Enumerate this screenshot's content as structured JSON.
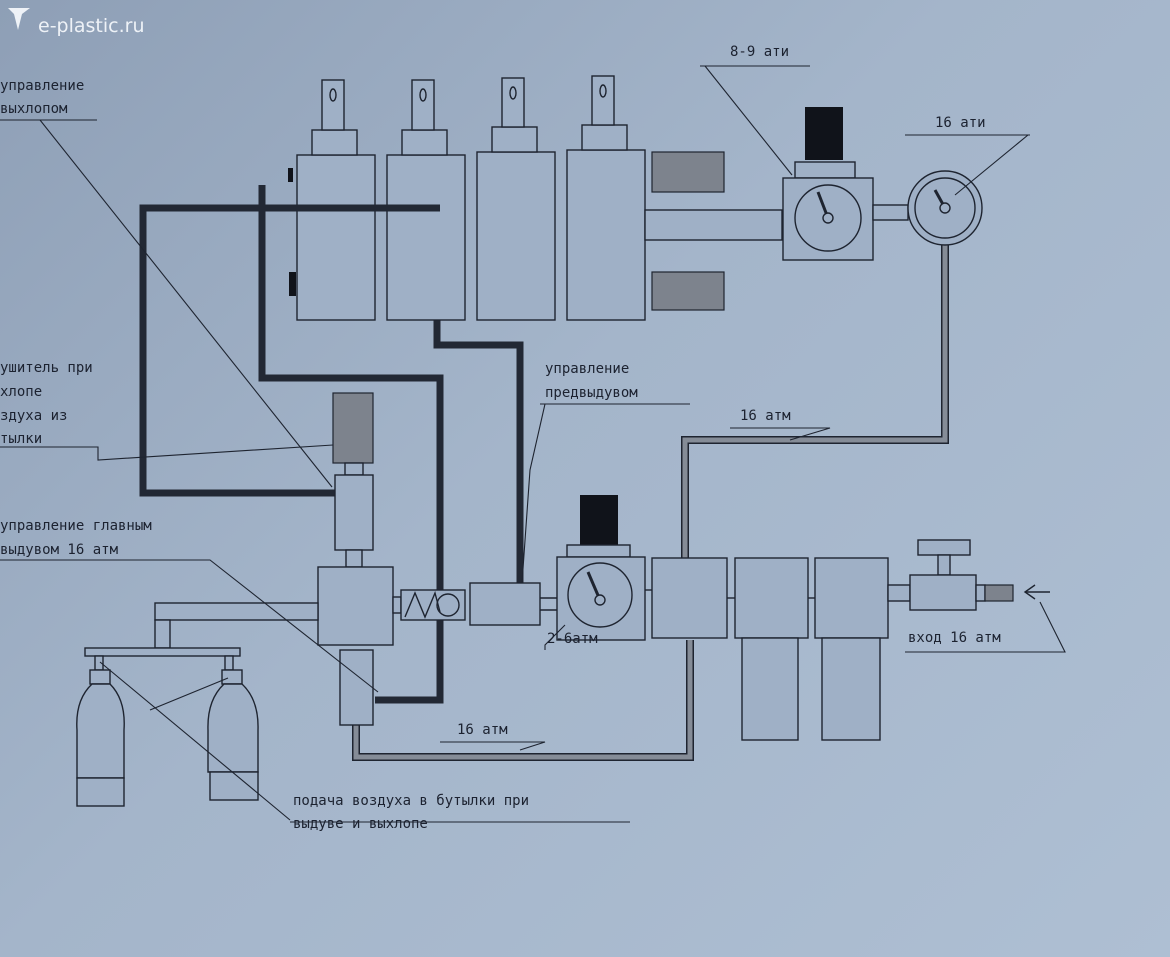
{
  "logo": {
    "text": "e-plastic.ru"
  },
  "labels": {
    "exhaust_control": [
      "управление",
      "выхлопом"
    ],
    "muffler": [
      "ушитель при",
      "хлопе",
      "здуха из",
      "тылки"
    ],
    "main_blow_control": [
      "управление главным",
      "выдувом 16 атм"
    ],
    "preblow_control": [
      "управление",
      "предвыдувом"
    ],
    "pressure_8_9": "8-9 ати",
    "pressure_16_ati": "16 ати",
    "pipe_16_atm_upper": "16 атм",
    "pipe_16_atm_lower": "16 атм",
    "pressure_2_6": "2-6атм",
    "inlet": "вход 16 атм",
    "air_supply": [
      "подача воздуха в бутылки при",
      "выдуве и выхлопе"
    ]
  },
  "colors": {
    "background": "#9fb0c6",
    "line": "#1e2430",
    "solenoid": "#10131a",
    "gray_block": "#7d838d"
  }
}
